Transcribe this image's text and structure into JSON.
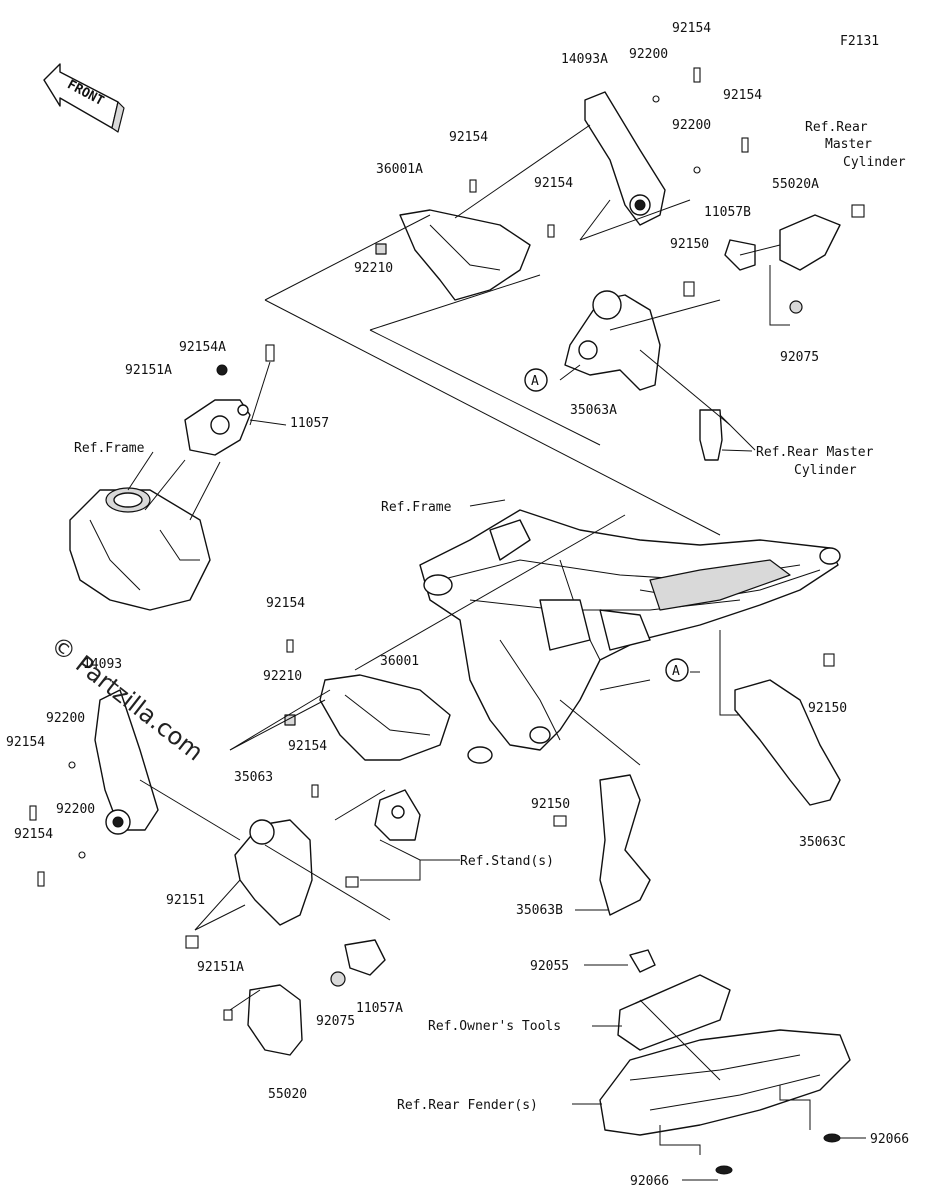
{
  "diagram_code": "F2131",
  "front_marker": "FRONT",
  "watermark": "© Partzilla.com",
  "reference_marker": "A",
  "labels": {
    "p14093A": "14093A",
    "p92200_a": "92200",
    "p92154_a": "92154",
    "p92154_b": "92154",
    "p92200_b": "92200",
    "ref_rear_master_1": "Ref.Rear",
    "ref_rear_master_2": "Master",
    "ref_rear_master_3": "Cylinder",
    "p92154_c": "92154",
    "p36001A": "36001A",
    "p92154_d": "92154",
    "p11057B": "11057B",
    "p55020A": "55020A",
    "p92150_a": "92150",
    "p92210_a": "92210",
    "p92075_a": "92075",
    "p35063A": "35063A",
    "ref_rear_master_b1": "Ref.Rear Master",
    "ref_rear_master_b2": "Cylinder",
    "p92154A": "92154A",
    "p92151A_a": "92151A",
    "p11057": "11057",
    "ref_frame_a": "Ref.Frame",
    "ref_frame_b": "Ref.Frame",
    "p92154_e": "92154",
    "p36001": "36001",
    "p92210_b": "92210",
    "p92154_f": "92154",
    "p14093": "14093",
    "p92200_c": "92200",
    "p92154_g": "92154",
    "p92200_d": "92200",
    "p92154_h": "92154",
    "p35063": "35063",
    "p92150_b": "92150",
    "p92150_c": "92150",
    "p35063C": "35063C",
    "ref_stands": "Ref.Stand(s)",
    "p35063B": "35063B",
    "p92151": "92151",
    "p92151A_b": "92151A",
    "p92075_b": "92075",
    "p11057A": "11057A",
    "p92055": "92055",
    "ref_owners_tools": "Ref.Owner's Tools",
    "p55020": "55020",
    "ref_rear_fenders": "Ref.Rear Fender(s)",
    "p92066_a": "92066",
    "p92066_b": "92066"
  },
  "colors": {
    "line": "#111111",
    "fill": "#ffffff",
    "shade": "#d9d9d9",
    "dark": "#1a1a1a"
  }
}
